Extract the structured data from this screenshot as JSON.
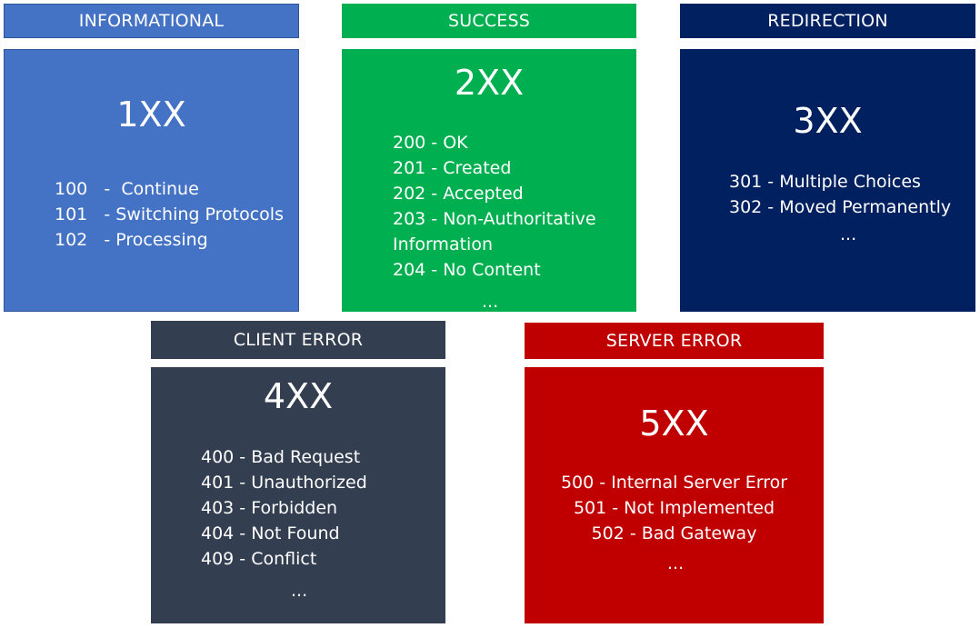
{
  "colors": {
    "informational": "#4472c4",
    "success": "#00b050",
    "redirection": "#002060",
    "client_error": "#333f50",
    "server_error": "#c00000",
    "text": "#ffffff"
  },
  "categories": [
    {
      "header": "INFORMATIONAL",
      "code": "1XX",
      "items": [
        "100   -  Continue",
        "101   - Switching Protocols",
        "102   - Processing"
      ],
      "more": "..."
    },
    {
      "header": "SUCCESS",
      "code": "2XX",
      "items": [
        "200 - OK",
        "201 - Created",
        "202 - Accepted",
        "203 - Non-Authoritative Information",
        "204 - No Content"
      ],
      "more": "..."
    },
    {
      "header": "REDIRECTION",
      "code": "3XX",
      "items": [
        "301 - Multiple Choices",
        "302 - Moved Permanently"
      ],
      "more": "..."
    },
    {
      "header": "CLIENT ERROR",
      "code": "4XX",
      "items": [
        "400 - Bad Request",
        "401 - Unauthorized",
        "403 - Forbidden",
        "404 - Not Found",
        "409 - Conflict"
      ],
      "more": "..."
    },
    {
      "header": "SERVER ERROR",
      "code": "5XX",
      "items": [
        "500 - Internal Server Error",
        "501 - Not Implemented",
        "502 - Bad Gateway"
      ],
      "more": "..."
    }
  ]
}
